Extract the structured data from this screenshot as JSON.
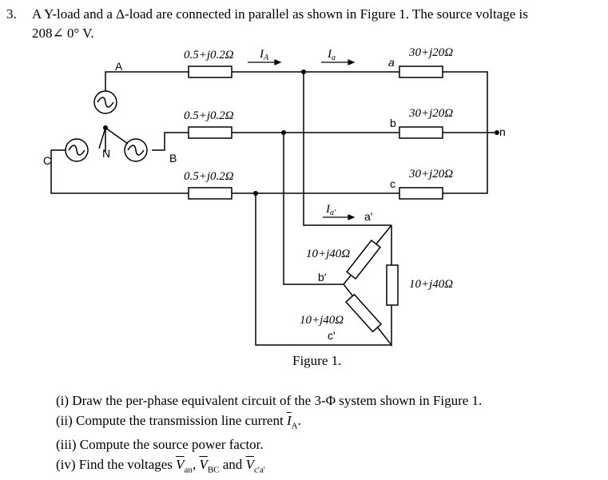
{
  "question": {
    "number": "3.",
    "text_line1": "A Y-load and a Δ-load are connected in parallel as shown in Figure 1. The source voltage is",
    "text_line2": "208∠ 0° V."
  },
  "figure": {
    "caption": "Figure 1.",
    "line_impedance": "0.5+j0.2Ω",
    "y_load_impedance": "30+j20Ω",
    "delta_load_impedance": "10+j40Ω",
    "labels": {
      "A": "A",
      "B": "B",
      "C": "C",
      "N": "N",
      "a": "a",
      "b": "b",
      "c": "c",
      "n": "n",
      "a_prime": "a'",
      "b_prime": "b'",
      "c_prime": "c'",
      "I_A": "I",
      "I_A_sub": "A",
      "I_a": "I",
      "I_a_sub": "a",
      "I_a_prime": "I",
      "I_a_prime_sub": "a'"
    }
  },
  "tasks": [
    "(i) Draw the per-phase equivalent circuit of the 3-Φ system shown in Figure 1.",
    "(ii) Compute the transmission line current ",
    "(iii) Compute the source power factor.",
    "(iv) Find the voltages "
  ],
  "task_symbols": {
    "IA": "I",
    "IA_sub": "A",
    "Van": "V",
    "Van_sub": "an",
    "VBC": "V",
    "VBC_sub": "BC",
    "Vca": "V",
    "Vca_sub": "c'a'",
    "and": " and ",
    "comma": ", ",
    "period": "."
  }
}
